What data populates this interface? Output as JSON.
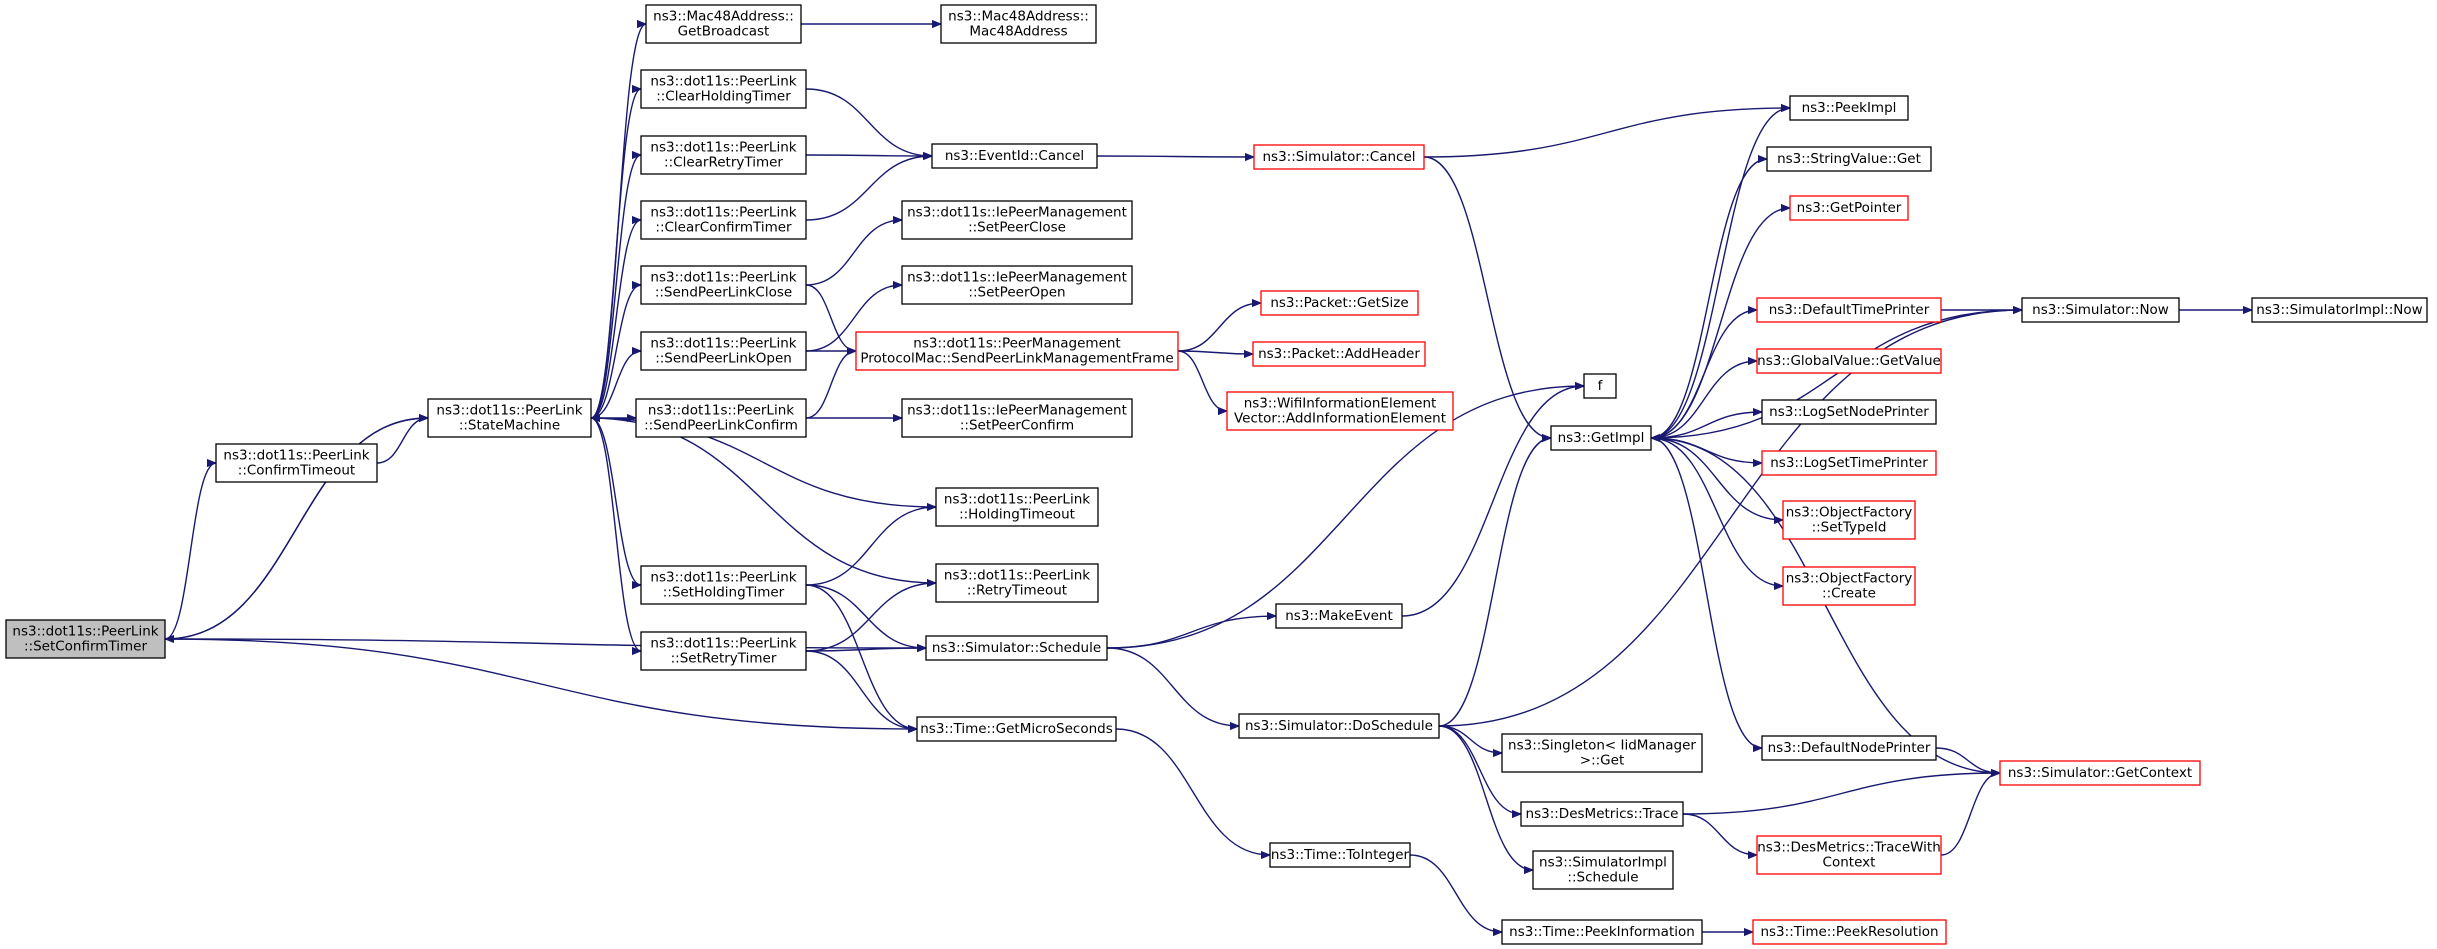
{
  "nodes": {
    "root": {
      "lines": [
        "ns3::dot11s::PeerLink",
        "::SetConfirmTimer"
      ],
      "style": "root"
    },
    "confirm_timeout": {
      "lines": [
        "ns3::dot11s::PeerLink",
        "::ConfirmTimeout"
      ],
      "style": "normal"
    },
    "state_machine": {
      "lines": [
        "ns3::dot11s::PeerLink",
        "::StateMachine"
      ],
      "style": "normal"
    },
    "get_broadcast": {
      "lines": [
        "ns3::Mac48Address::",
        "GetBroadcast"
      ],
      "style": "normal"
    },
    "mac48address": {
      "lines": [
        "ns3::Mac48Address::",
        "Mac48Address"
      ],
      "style": "normal"
    },
    "clear_holding_timer": {
      "lines": [
        "ns3::dot11s::PeerLink",
        "::ClearHoldingTimer"
      ],
      "style": "normal"
    },
    "clear_retry_timer": {
      "lines": [
        "ns3::dot11s::PeerLink",
        "::ClearRetryTimer"
      ],
      "style": "normal"
    },
    "clear_confirm_timer": {
      "lines": [
        "ns3::dot11s::PeerLink",
        "::ClearConfirmTimer"
      ],
      "style": "normal"
    },
    "send_close": {
      "lines": [
        "ns3::dot11s::PeerLink",
        "::SendPeerLinkClose"
      ],
      "style": "normal"
    },
    "send_open": {
      "lines": [
        "ns3::dot11s::PeerLink",
        "::SendPeerLinkOpen"
      ],
      "style": "normal"
    },
    "send_confirm": {
      "lines": [
        "ns3::dot11s::PeerLink",
        "::SendPeerLinkConfirm"
      ],
      "style": "normal"
    },
    "set_holding_timer": {
      "lines": [
        "ns3::dot11s::PeerLink",
        "::SetHoldingTimer"
      ],
      "style": "normal"
    },
    "set_retry_timer": {
      "lines": [
        "ns3::dot11s::PeerLink",
        "::SetRetryTimer"
      ],
      "style": "normal"
    },
    "eventid_cancel": {
      "lines": [
        "ns3::EventId::Cancel"
      ],
      "style": "normal"
    },
    "ie_set_peer_close": {
      "lines": [
        "ns3::dot11s::IePeerManagement",
        "::SetPeerClose"
      ],
      "style": "normal"
    },
    "ie_set_peer_open": {
      "lines": [
        "ns3::dot11s::IePeerManagement",
        "::SetPeerOpen"
      ],
      "style": "normal"
    },
    "send_mgmt_frame": {
      "lines": [
        "ns3::dot11s::PeerManagement",
        "ProtocolMac::SendPeerLinkManagementFrame"
      ],
      "style": "red"
    },
    "ie_set_peer_confirm": {
      "lines": [
        "ns3::dot11s::IePeerManagement",
        "::SetPeerConfirm"
      ],
      "style": "normal"
    },
    "holding_timeout": {
      "lines": [
        "ns3::dot11s::PeerLink",
        "::HoldingTimeout"
      ],
      "style": "normal"
    },
    "retry_timeout": {
      "lines": [
        "ns3::dot11s::PeerLink",
        "::RetryTimeout"
      ],
      "style": "normal"
    },
    "sim_schedule": {
      "lines": [
        "ns3::Simulator::Schedule"
      ],
      "style": "normal"
    },
    "get_micro_seconds": {
      "lines": [
        "ns3::Time::GetMicroSeconds"
      ],
      "style": "normal"
    },
    "sim_cancel": {
      "lines": [
        "ns3::Simulator::Cancel"
      ],
      "style": "red"
    },
    "packet_get_size": {
      "lines": [
        "ns3::Packet::GetSize"
      ],
      "style": "red"
    },
    "packet_add_header": {
      "lines": [
        "ns3::Packet::AddHeader"
      ],
      "style": "red"
    },
    "wifi_add_ie": {
      "lines": [
        "ns3::WifiInformationElement",
        "Vector::AddInformationElement"
      ],
      "style": "red"
    },
    "make_event": {
      "lines": [
        "ns3::MakeEvent"
      ],
      "style": "normal"
    },
    "sim_do_schedule": {
      "lines": [
        "ns3::Simulator::DoSchedule"
      ],
      "style": "normal"
    },
    "time_to_integer": {
      "lines": [
        "ns3::Time::ToInteger"
      ],
      "style": "normal"
    },
    "f": {
      "lines": [
        "f"
      ],
      "style": "normal"
    },
    "get_impl": {
      "lines": [
        "ns3::GetImpl"
      ],
      "style": "normal"
    },
    "singleton_get": {
      "lines": [
        "ns3::Singleton< IidManager",
        ">::Get"
      ],
      "style": "normal"
    },
    "desmetrics_trace": {
      "lines": [
        "ns3::DesMetrics::Trace"
      ],
      "style": "normal"
    },
    "simimpl_schedule": {
      "lines": [
        "ns3::SimulatorImpl",
        "::Schedule"
      ],
      "style": "normal"
    },
    "peek_information": {
      "lines": [
        "ns3::Time::PeekInformation"
      ],
      "style": "normal"
    },
    "peek_impl": {
      "lines": [
        "ns3::PeekImpl"
      ],
      "style": "normal"
    },
    "stringvalue_get": {
      "lines": [
        "ns3::StringValue::Get"
      ],
      "style": "normal"
    },
    "get_pointer": {
      "lines": [
        "ns3::GetPointer"
      ],
      "style": "red"
    },
    "default_time_printer": {
      "lines": [
        "ns3::DefaultTimePrinter"
      ],
      "style": "red"
    },
    "globalvalue_get": {
      "lines": [
        "ns3::GlobalValue::GetValue"
      ],
      "style": "red"
    },
    "log_set_node_printer": {
      "lines": [
        "ns3::LogSetNodePrinter"
      ],
      "style": "normal"
    },
    "log_set_time_printer": {
      "lines": [
        "ns3::LogSetTimePrinter"
      ],
      "style": "red"
    },
    "objfactory_settypeid": {
      "lines": [
        "ns3::ObjectFactory",
        "::SetTypeId"
      ],
      "style": "red"
    },
    "objfactory_create": {
      "lines": [
        "ns3::ObjectFactory",
        "::Create"
      ],
      "style": "red"
    },
    "default_node_printer": {
      "lines": [
        "ns3::DefaultNodePrinter"
      ],
      "style": "normal"
    },
    "desmetrics_tracewithcontext": {
      "lines": [
        "ns3::DesMetrics::TraceWith",
        "Context"
      ],
      "style": "red"
    },
    "peek_resolution": {
      "lines": [
        "ns3::Time::PeekResolution"
      ],
      "style": "red"
    },
    "sim_now": {
      "lines": [
        "ns3::Simulator::Now"
      ],
      "style": "normal"
    },
    "sim_get_context": {
      "lines": [
        "ns3::Simulator::GetContext"
      ],
      "style": "red"
    },
    "simimpl_now": {
      "lines": [
        "ns3::SimulatorImpl::Now"
      ],
      "style": "normal"
    }
  },
  "edges": [
    [
      "root",
      "confirm_timeout"
    ],
    [
      "root",
      "state_machine"
    ],
    [
      "root",
      "sim_schedule"
    ],
    [
      "root",
      "get_micro_seconds"
    ],
    [
      "confirm_timeout",
      "state_machine"
    ],
    [
      "state_machine",
      "root"
    ],
    [
      "state_machine",
      "get_broadcast"
    ],
    [
      "state_machine",
      "clear_holding_timer"
    ],
    [
      "state_machine",
      "clear_retry_timer"
    ],
    [
      "state_machine",
      "clear_confirm_timer"
    ],
    [
      "state_machine",
      "send_close"
    ],
    [
      "state_machine",
      "send_open"
    ],
    [
      "state_machine",
      "send_confirm"
    ],
    [
      "state_machine",
      "set_holding_timer"
    ],
    [
      "state_machine",
      "set_retry_timer"
    ],
    [
      "get_broadcast",
      "mac48address"
    ],
    [
      "clear_holding_timer",
      "eventid_cancel"
    ],
    [
      "clear_retry_timer",
      "eventid_cancel"
    ],
    [
      "clear_confirm_timer",
      "eventid_cancel"
    ],
    [
      "send_close",
      "ie_set_peer_close"
    ],
    [
      "send_close",
      "send_mgmt_frame"
    ],
    [
      "send_open",
      "ie_set_peer_open"
    ],
    [
      "send_open",
      "send_mgmt_frame"
    ],
    [
      "send_confirm",
      "send_mgmt_frame"
    ],
    [
      "send_confirm",
      "ie_set_peer_confirm"
    ],
    [
      "set_holding_timer",
      "holding_timeout"
    ],
    [
      "set_holding_timer",
      "sim_schedule"
    ],
    [
      "set_holding_timer",
      "get_micro_seconds"
    ],
    [
      "set_retry_timer",
      "retry_timeout"
    ],
    [
      "set_retry_timer",
      "sim_schedule"
    ],
    [
      "set_retry_timer",
      "get_micro_seconds"
    ],
    [
      "holding_timeout",
      "state_machine"
    ],
    [
      "retry_timeout",
      "state_machine"
    ],
    [
      "eventid_cancel",
      "sim_cancel"
    ],
    [
      "send_mgmt_frame",
      "packet_get_size"
    ],
    [
      "send_mgmt_frame",
      "packet_add_header"
    ],
    [
      "send_mgmt_frame",
      "wifi_add_ie"
    ],
    [
      "sim_schedule",
      "f"
    ],
    [
      "sim_schedule",
      "make_event"
    ],
    [
      "sim_schedule",
      "sim_do_schedule"
    ],
    [
      "get_micro_seconds",
      "time_to_integer"
    ],
    [
      "sim_cancel",
      "peek_impl"
    ],
    [
      "sim_cancel",
      "get_impl"
    ],
    [
      "make_event",
      "f"
    ],
    [
      "sim_do_schedule",
      "get_impl"
    ],
    [
      "sim_do_schedule",
      "sim_now"
    ],
    [
      "sim_do_schedule",
      "singleton_get"
    ],
    [
      "sim_do_schedule",
      "desmetrics_trace"
    ],
    [
      "sim_do_schedule",
      "simimpl_schedule"
    ],
    [
      "time_to_integer",
      "peek_information"
    ],
    [
      "get_impl",
      "peek_impl"
    ],
    [
      "get_impl",
      "stringvalue_get"
    ],
    [
      "get_impl",
      "get_pointer"
    ],
    [
      "get_impl",
      "default_time_printer"
    ],
    [
      "get_impl",
      "globalvalue_get"
    ],
    [
      "get_impl",
      "log_set_node_printer"
    ],
    [
      "get_impl",
      "log_set_time_printer"
    ],
    [
      "get_impl",
      "objfactory_settypeid"
    ],
    [
      "get_impl",
      "objfactory_create"
    ],
    [
      "get_impl",
      "default_node_printer"
    ],
    [
      "desmetrics_trace",
      "sim_get_context"
    ],
    [
      "desmetrics_trace",
      "desmetrics_tracewithcontext"
    ],
    [
      "peek_information",
      "peek_resolution"
    ],
    [
      "default_time_printer",
      "sim_now"
    ],
    [
      "default_node_printer",
      "sim_get_context"
    ],
    [
      "desmetrics_tracewithcontext",
      "sim_get_context"
    ],
    [
      "sim_now",
      "get_impl"
    ],
    [
      "sim_now",
      "simimpl_now"
    ],
    [
      "sim_get_context",
      "get_impl"
    ]
  ]
}
